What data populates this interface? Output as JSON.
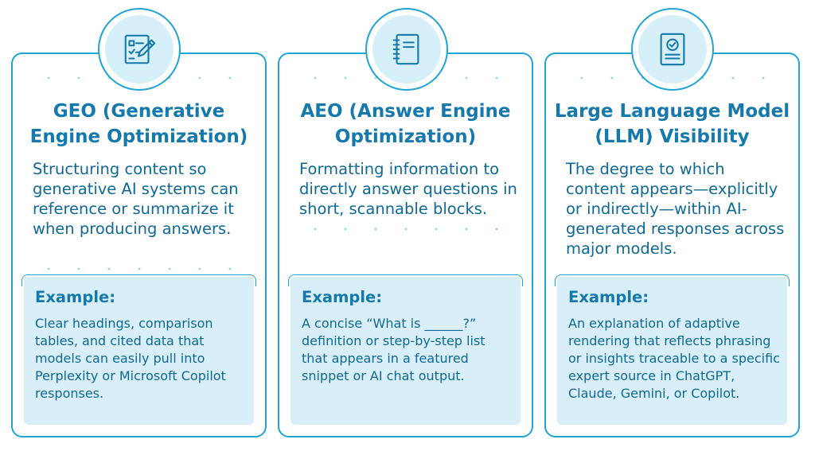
{
  "colors": {
    "accent": "#1ea4d6",
    "title": "#1579ad",
    "text": "#0e6996",
    "box": "#d8eef8"
  },
  "cards": [
    {
      "icon": "checklist-pencil-icon",
      "title": "GEO (Generative Engine Optimization)",
      "description": "Structuring content so generative AI systems can reference or summarize it when producing answers.",
      "example_label": "Example:",
      "example_text": "Clear headings, comparison tables, and cited data that models can easily pull into Perplexity or Microsoft Copilot responses."
    },
    {
      "icon": "notebook-icon",
      "title": "AEO (Answer Engine Optimization)",
      "description": "Formatting information to directly answer questions in short, scannable blocks.",
      "example_label": "Example:",
      "example_text": "A concise “What is ______?” definition or step-by-step list that appears in a featured snippet or AI chat output."
    },
    {
      "icon": "verified-document-icon",
      "title": "Large Language Model (LLM) Visibility",
      "description": "The degree to which content appears—explicitly or indirectly—within AI-generated responses across major models.",
      "example_label": "Example:",
      "example_text": "An explanation of adaptive rendering that reflects phrasing or insights traceable to a specific expert source in ChatGPT, Claude, Gemini, or Copilot."
    }
  ]
}
